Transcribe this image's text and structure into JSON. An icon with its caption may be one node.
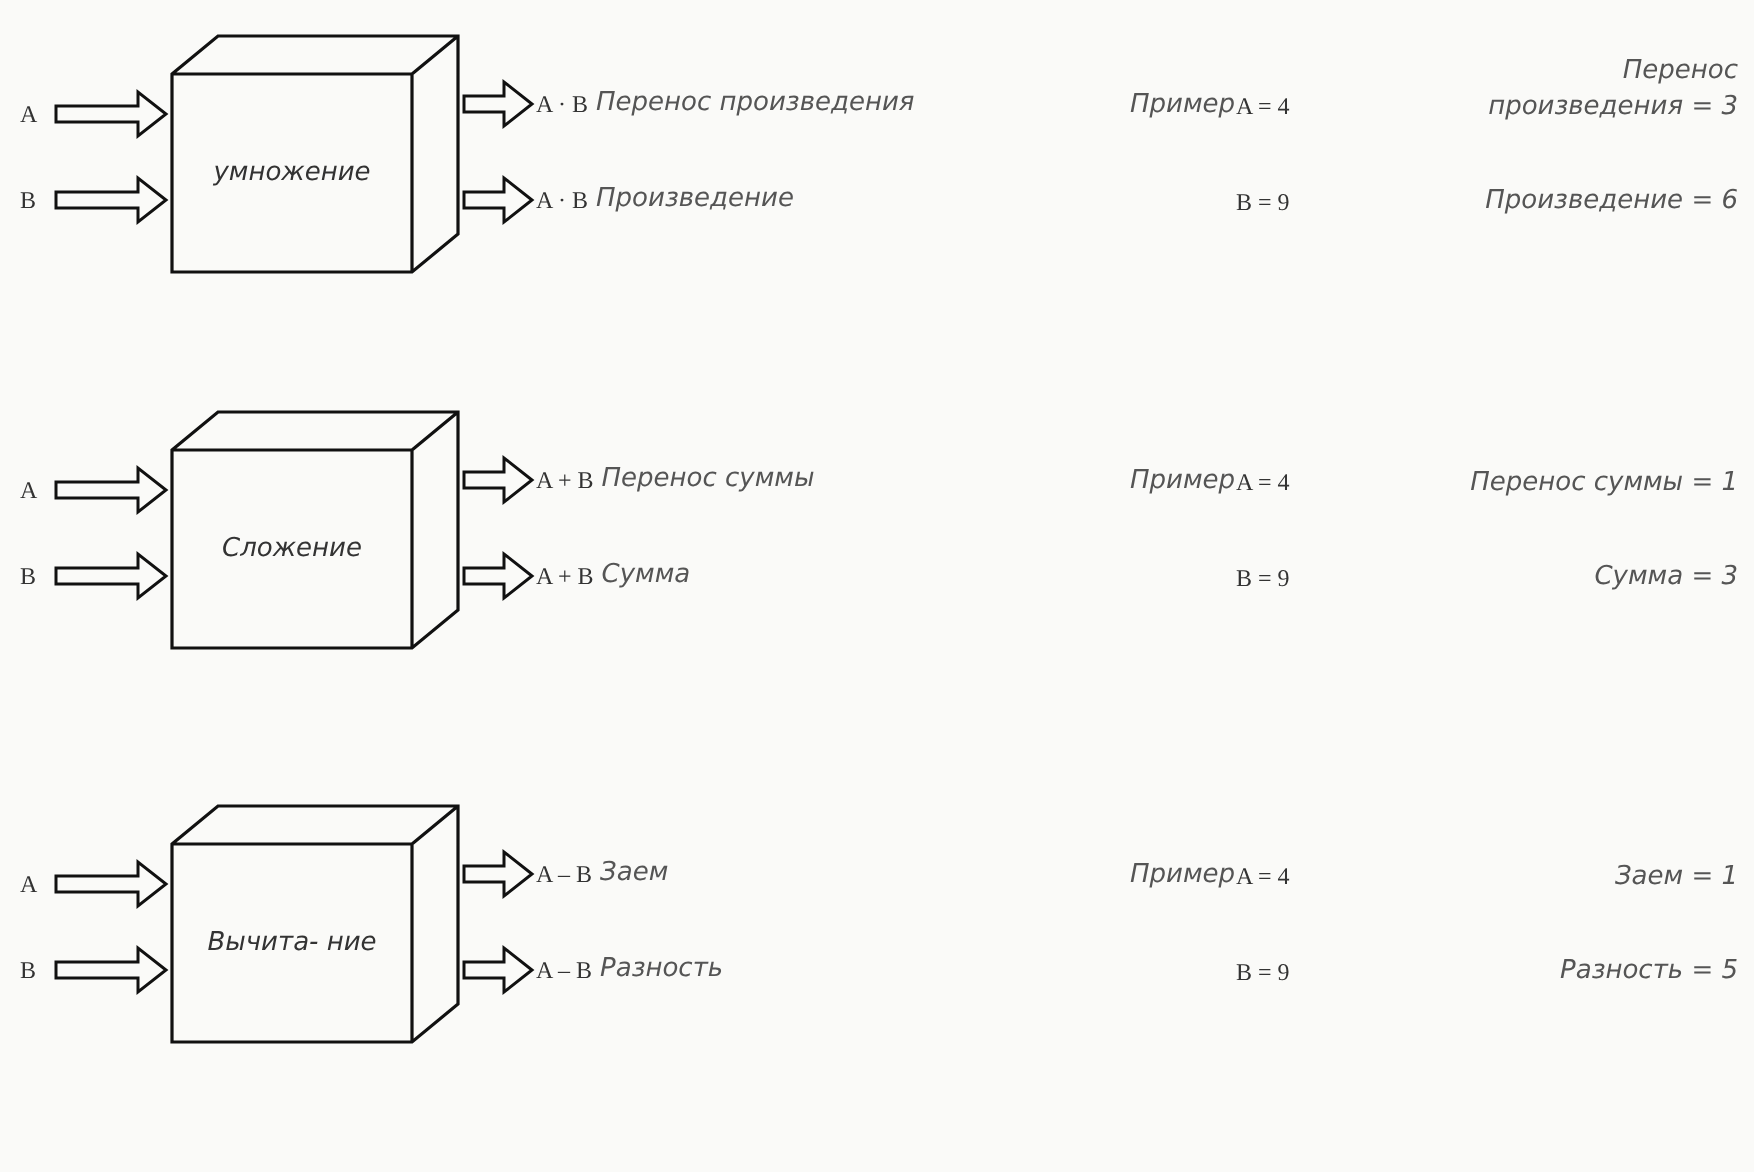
{
  "diagram": {
    "nodes": [
      {
        "text": [
          "A"
        ]
      },
      {
        "text": [
          "B"
        ]
      },
      {
        "text": [
          "умножение"
        ]
      },
      {
        "text": [
          "A · B",
          "Перенос произведения"
        ]
      },
      {
        "text": [
          "A · B",
          "Произведение"
        ]
      },
      {
        "text": [
          "A"
        ]
      },
      {
        "text": [
          "B"
        ]
      },
      {
        "text": [
          "Сложение"
        ]
      },
      {
        "text": [
          "A + B",
          "Перенос суммы"
        ]
      },
      {
        "text": [
          "A + B",
          "Сумма"
        ]
      },
      {
        "text": [
          "A"
        ]
      },
      {
        "text": [
          "B"
        ]
      },
      {
        "text": [
          "Вычита- ние"
        ]
      },
      {
        "text": [
          "A – B",
          "Заем"
        ]
      },
      {
        "text": [
          "A – B",
          "Разность"
        ]
      }
    ],
    "edges": [
      {
        "from": 0,
        "to": 2,
        "arrow": "to"
      },
      {
        "from": 1,
        "to": 2,
        "arrow": "to"
      },
      {
        "from": 2,
        "to": 3,
        "arrow": "to"
      },
      {
        "from": 2,
        "to": 4,
        "arrow": "to"
      },
      {
        "from": 5,
        "to": 7,
        "arrow": "to"
      },
      {
        "from": 6,
        "to": 7,
        "arrow": "to"
      },
      {
        "from": 7,
        "to": 8,
        "arrow": "to"
      },
      {
        "from": 7,
        "to": 9,
        "arrow": "to"
      },
      {
        "from": 10,
        "to": 12,
        "arrow": "to"
      },
      {
        "from": 11,
        "to": 12,
        "arrow": "to"
      },
      {
        "from": 12,
        "to": 13,
        "arrow": "to"
      },
      {
        "from": 12,
        "to": 14,
        "arrow": "to"
      }
    ],
    "labels": [
      "Пример",
      "A = 4",
      "Перенос произведения = 3",
      "B = 9",
      "Произведение = 6",
      "Пример",
      "A = 4",
      "Перенос суммы = 1",
      "B = 9",
      "Сумма = 3",
      "Пример",
      "A = 4",
      "Заем = 1",
      "B = 9",
      "Разность = 5"
    ]
  }
}
